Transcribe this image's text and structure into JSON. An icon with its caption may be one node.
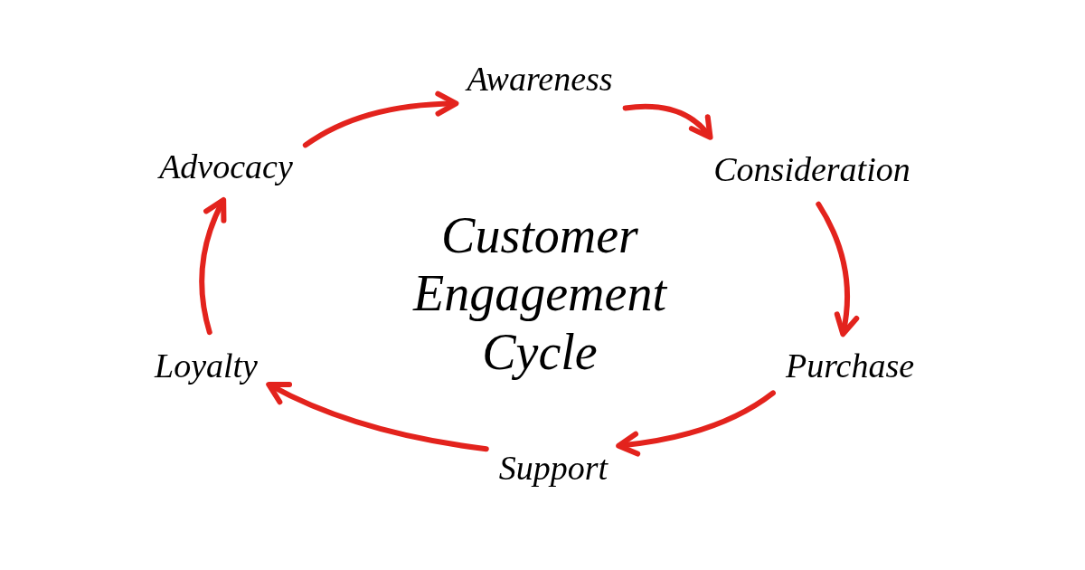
{
  "diagram": {
    "title": "Customer Engagement Cycle",
    "nodes": [
      {
        "text": [
          "Awareness"
        ]
      },
      {
        "text": [
          "Consideration"
        ]
      },
      {
        "text": [
          "Purchase"
        ]
      },
      {
        "text": [
          "Support"
        ]
      },
      {
        "text": [
          "Loyalty"
        ]
      },
      {
        "text": [
          "Advocacy"
        ]
      }
    ],
    "edges": [
      {
        "from": 0,
        "to": 1,
        "arrow": "to"
      },
      {
        "from": 1,
        "to": 2,
        "arrow": "to"
      },
      {
        "from": 2,
        "to": 3,
        "arrow": "to"
      },
      {
        "from": 3,
        "to": 4,
        "arrow": "to"
      },
      {
        "from": 4,
        "to": 5,
        "arrow": "to"
      },
      {
        "from": 5,
        "to": 0,
        "arrow": "to"
      }
    ]
  }
}
